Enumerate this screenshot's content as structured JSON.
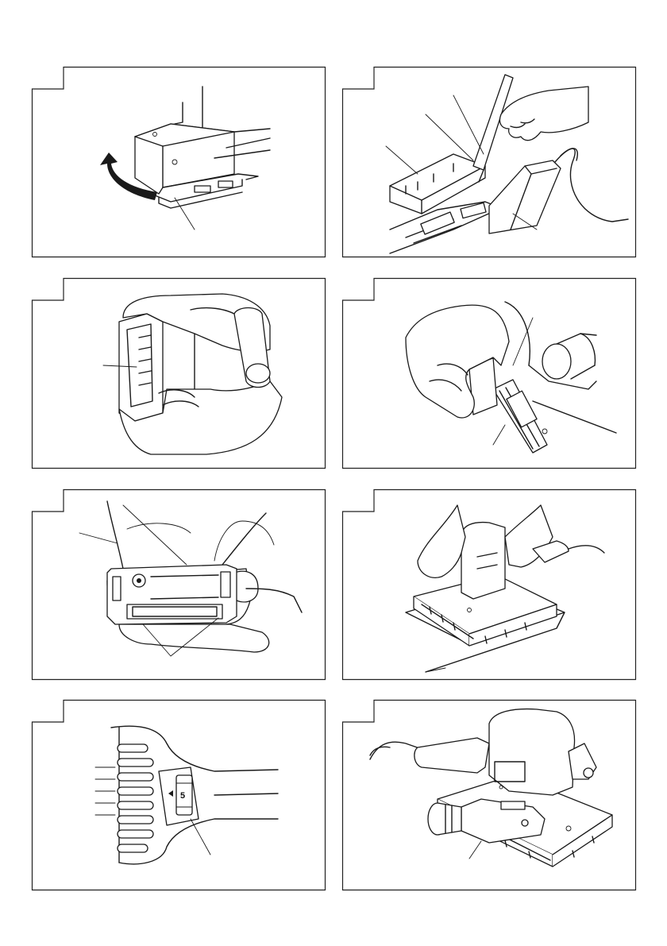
{
  "figures": [
    {
      "id": "fig-1",
      "depicts": "dust-bag-removal",
      "icons": [
        "sander-base",
        "curved-arrow-icon",
        "leader-line"
      ]
    },
    {
      "id": "fig-2",
      "depicts": "screwdriver-release-lever",
      "icons": [
        "screwdriver",
        "hand",
        "dust-nozzle",
        "cord"
      ]
    },
    {
      "id": "fig-3",
      "depicts": "dust-cup-handling",
      "icons": [
        "hands",
        "dust-box",
        "front-grip"
      ]
    },
    {
      "id": "fig-4",
      "depicts": "nozzle-insertion",
      "icons": [
        "hand",
        "nozzle",
        "rail"
      ]
    },
    {
      "id": "fig-5",
      "depicts": "dust-box-filter",
      "icons": [
        "hands",
        "dust-box",
        "leader-lines"
      ]
    },
    {
      "id": "fig-6",
      "depicts": "sanding-operation",
      "icons": [
        "sander",
        "hands",
        "workpiece"
      ]
    },
    {
      "id": "fig-7",
      "depicts": "speed-dial",
      "icons": [
        "motor-housing",
        "vents",
        "dial-icon"
      ],
      "dial_value": "5"
    },
    {
      "id": "fig-8",
      "depicts": "sander-assembled",
      "icons": [
        "sander",
        "dust-box",
        "cord"
      ]
    }
  ]
}
